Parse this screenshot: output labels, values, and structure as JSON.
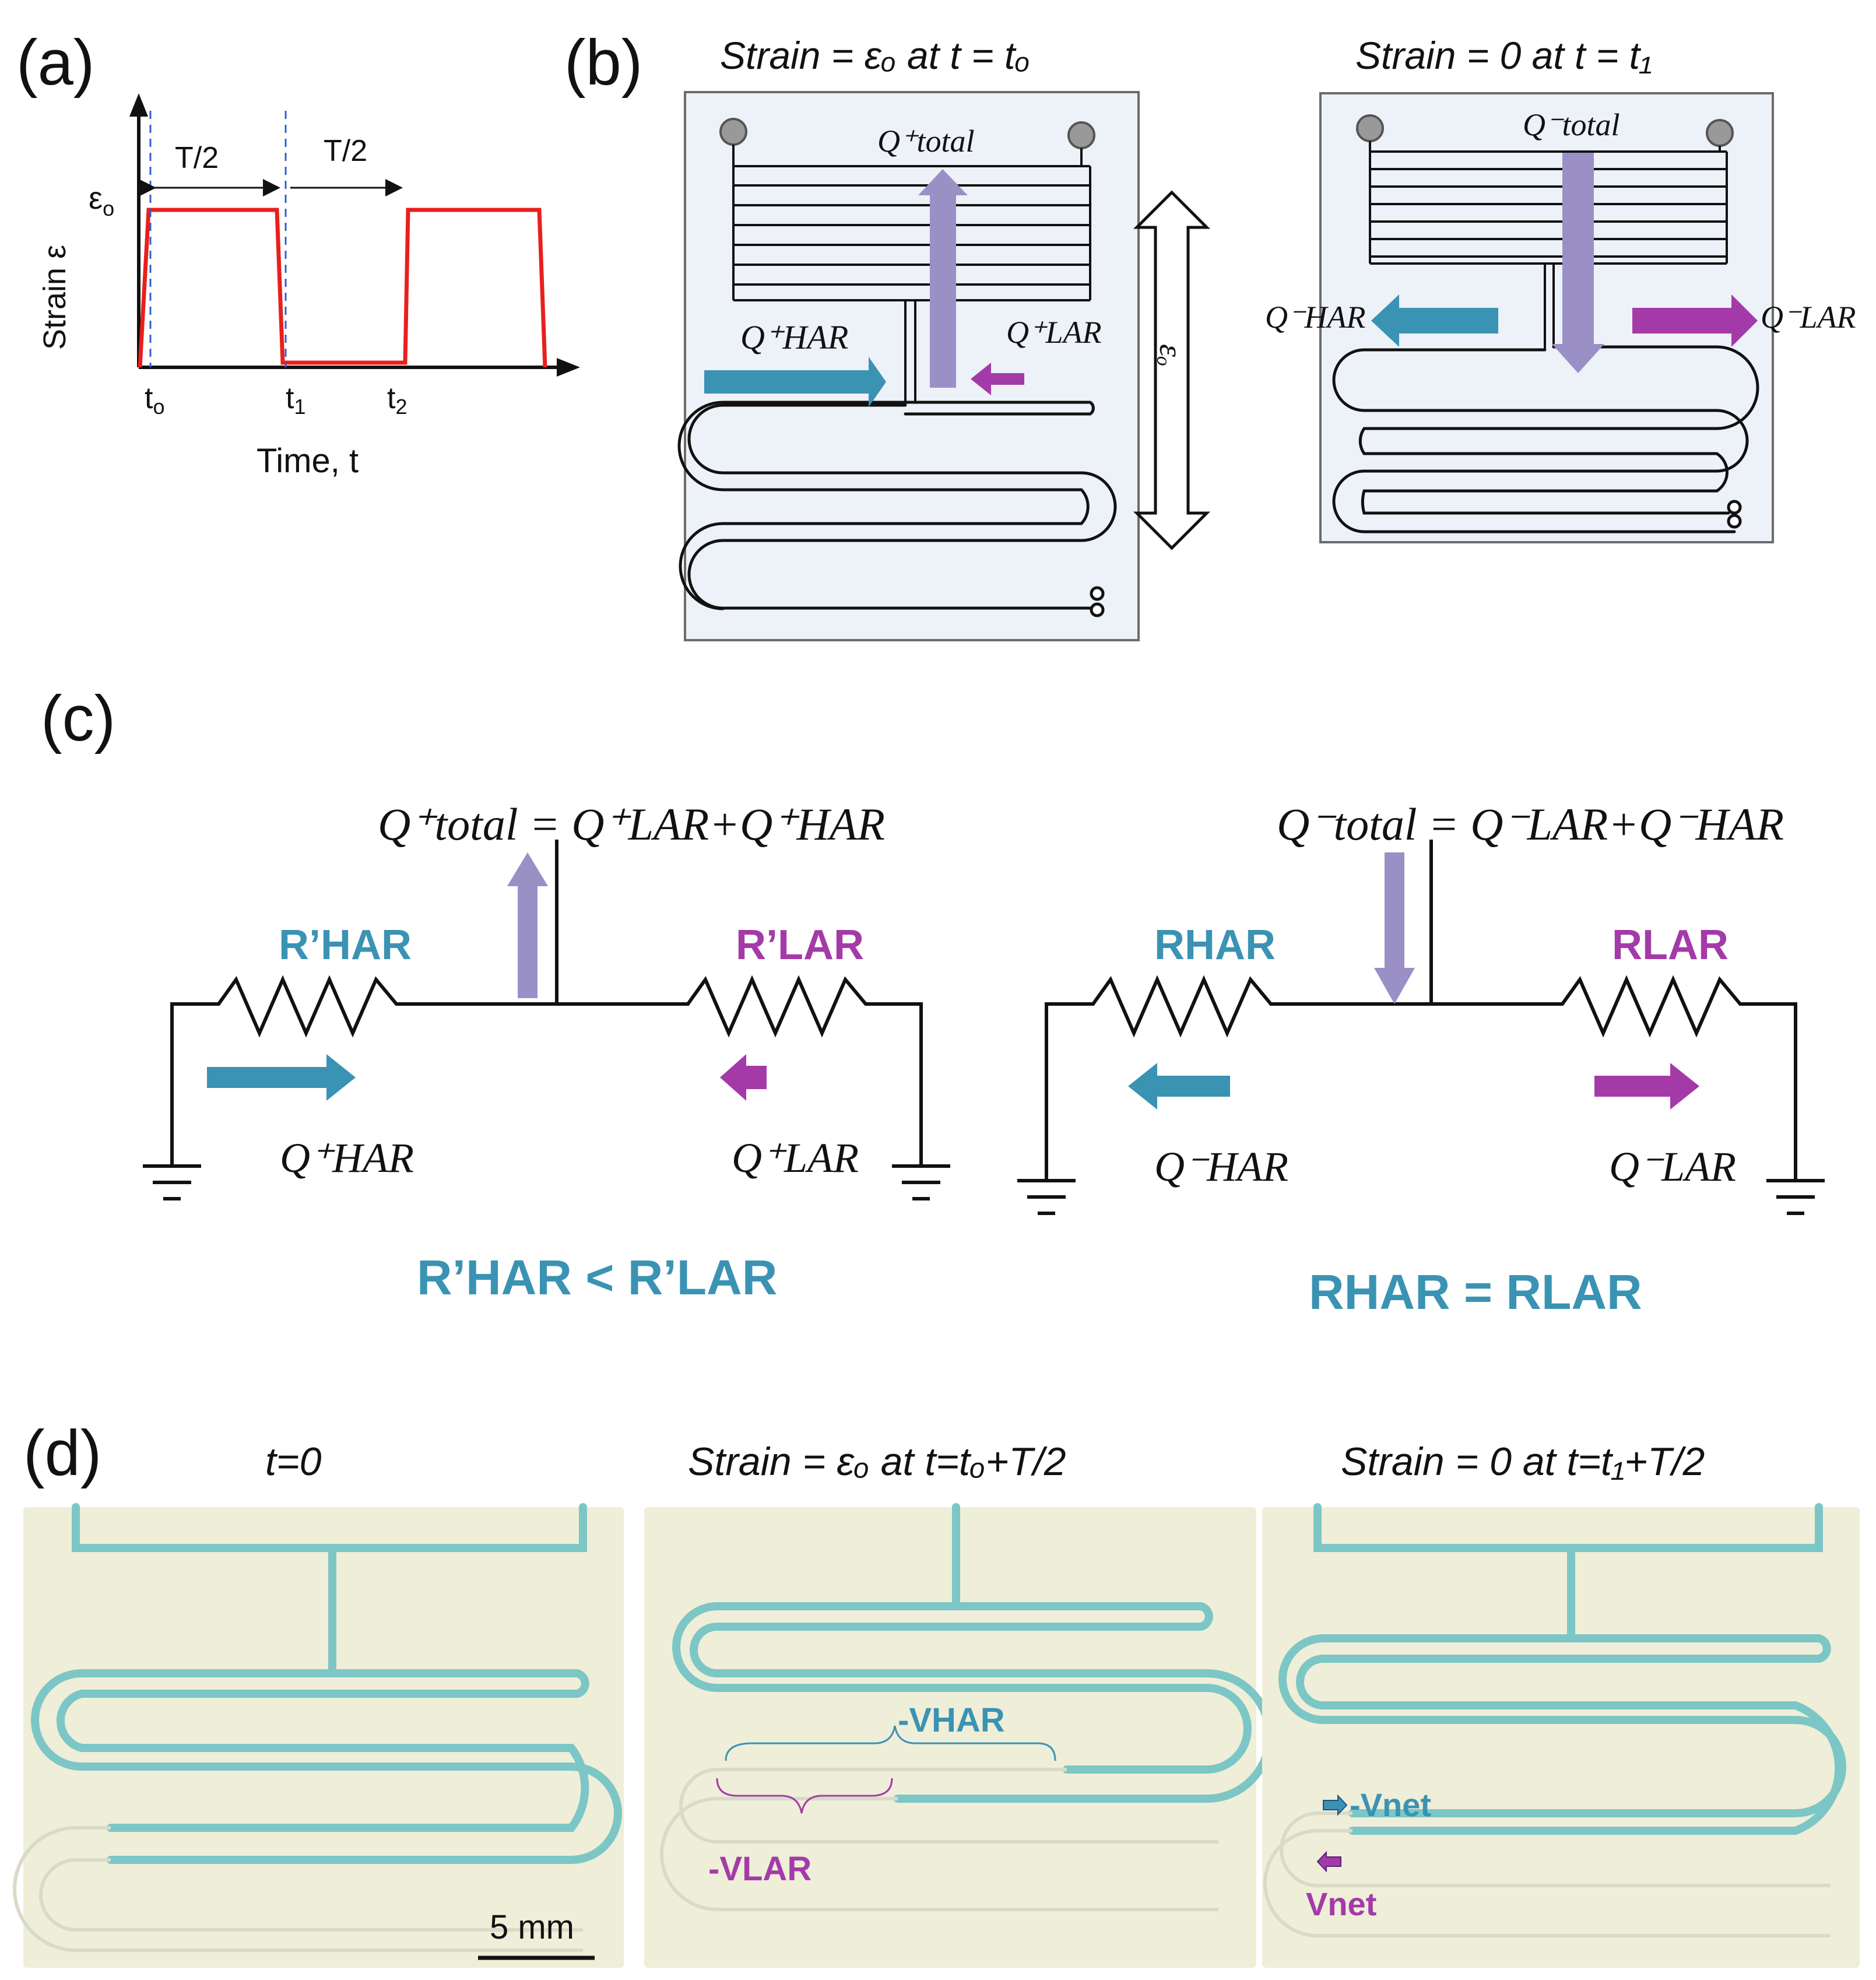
{
  "panels": {
    "a": {
      "letter": "(a)",
      "y_label": "Strain ε",
      "eps_tick": "ε",
      "eps_sub": "o",
      "x_label": "Time, t",
      "half_period": "T/2",
      "ticks": [
        {
          "base": "t",
          "sub": "o"
        },
        {
          "base": "t",
          "sub": "1"
        },
        {
          "base": "t",
          "sub": "2"
        }
      ]
    },
    "b": {
      "letter": "(b)",
      "left_title": "Strain = εₒ at t = tₒ",
      "right_title": "Strain = 0 at t = t₁",
      "q_total_plus": "Q⁺total",
      "q_total_minus": "Q⁻total",
      "q_har_plus": "Q⁺HAR",
      "q_lar_plus": "Q⁺LAR",
      "q_har_minus": "Q⁻HAR",
      "q_lar_minus": "Q⁻LAR",
      "eps_label": "εₒ"
    },
    "c": {
      "letter": "(c)",
      "left_eq": "Q⁺total = Q⁺LAR+Q⁺HAR",
      "right_eq": "Q⁻total = Q⁻LAR+Q⁻HAR",
      "left_r_har": "R’HAR",
      "left_r_lar": "R’LAR",
      "right_r_har": "RHAR",
      "right_r_lar": "RLAR",
      "left_q_har": "Q⁺HAR",
      "left_q_lar": "Q⁺LAR",
      "right_q_har": "Q⁻HAR",
      "right_q_lar": "Q⁻LAR",
      "left_relation": "R’HAR < R’LAR",
      "right_relation": "RHAR = RLAR"
    },
    "d": {
      "letter": "(d)",
      "titles": [
        "t=0",
        "Strain = εₒ at t=tₒ+T/2",
        "Strain = 0 at t=t₁+T/2"
      ],
      "v_har": "-VHAR",
      "v_lar": "-VLAR",
      "v_net_neg": "-Vnet",
      "v_net": "Vnet",
      "scale_bar": "5 mm"
    }
  },
  "colors": {
    "har": "#3a93b3",
    "lar": "#a43aa8",
    "total": "#9a90c6",
    "strain": "#e8201d",
    "dashed": "#2f5fd0",
    "chip_bg": "#edf1f8",
    "photo_bg": "#efeed8",
    "dye": "#7cc6c6"
  }
}
